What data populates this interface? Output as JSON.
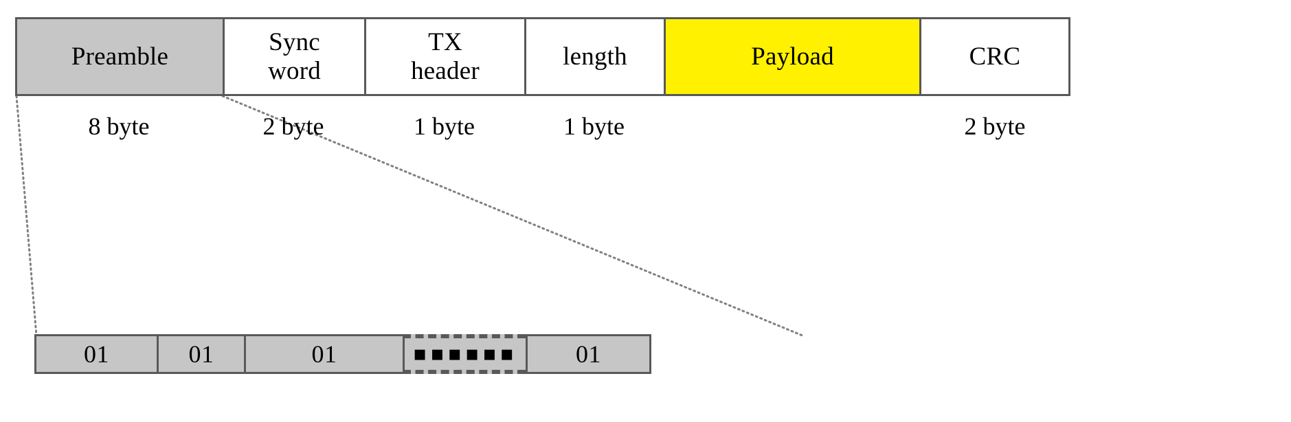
{
  "diagram": {
    "title": "Radio packet frame format",
    "colors": {
      "preamble_fill": "#c6c6c6",
      "payload_fill": "#fff100",
      "cell_border": "#595959",
      "leader_line": "#808080",
      "background": "#ffffff",
      "text": "#000000"
    },
    "packet_row": {
      "fields": [
        {
          "id": "preamble",
          "label": "Preamble",
          "size_label": "8 byte",
          "fill": "#c6c6c6"
        },
        {
          "id": "sync-word",
          "label": "Sync\nword",
          "size_label": "2 byte",
          "fill": "#ffffff"
        },
        {
          "id": "tx-header",
          "label": "TX\nheader",
          "size_label": "1 byte",
          "fill": "#ffffff"
        },
        {
          "id": "length",
          "label": "length",
          "size_label": "1 byte",
          "fill": "#ffffff"
        },
        {
          "id": "payload",
          "label": "Payload",
          "size_label": "",
          "fill": "#fff100"
        },
        {
          "id": "crc",
          "label": "CRC",
          "size_label": "2 byte",
          "fill": "#ffffff"
        }
      ]
    },
    "preamble_expansion": {
      "source_field": "preamble",
      "cells": [
        {
          "id": "byte-1",
          "label": "01",
          "style": "solid"
        },
        {
          "id": "byte-2",
          "label": "01",
          "style": "solid"
        },
        {
          "id": "byte-3",
          "label": "01",
          "style": "solid"
        },
        {
          "id": "ellipsis",
          "label": "▪▪▪▪▪▪",
          "style": "dashed"
        },
        {
          "id": "byte-n",
          "label": "01",
          "style": "solid"
        }
      ]
    },
    "leader_lines": [
      {
        "id": "left-leader",
        "from": "preamble-bottom-left",
        "to": "expansion-top-left"
      },
      {
        "id": "right-leader",
        "from": "preamble-bottom-right",
        "to": "expansion-top-right"
      }
    ]
  }
}
